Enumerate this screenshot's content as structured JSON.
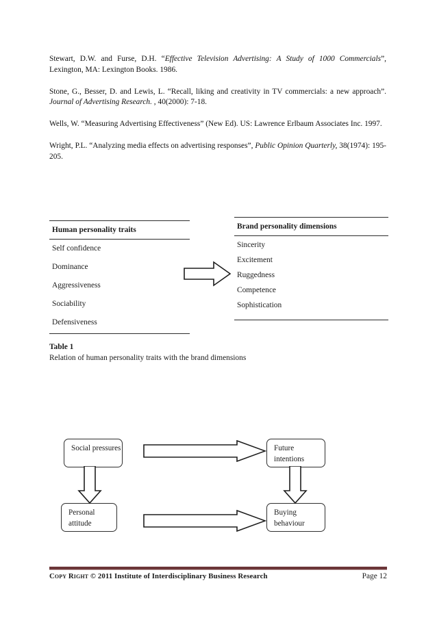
{
  "document": {
    "page_label": "Page 12"
  },
  "references": [
    {
      "id": "ref-stewart",
      "parts": [
        {
          "text": "Stewart, D.W. and Furse, D.H. “",
          "italic": false
        },
        {
          "text": "Effective Television Advertising: A Study of 1000 Commercials",
          "italic": true
        },
        {
          "text": "”, Lexington, MA: Lexington Books. 1986.",
          "italic": false
        }
      ]
    },
    {
      "id": "ref-stone",
      "parts": [
        {
          "text": "Stone, G., Besser, D.  and Lewis, L.  “Recall, liking and creativity in TV commercials: a new approach”. ",
          "italic": false
        },
        {
          "text": "Journal of Advertising Research.",
          "italic": true
        },
        {
          "text": " , 40(2000): 7-18.",
          "italic": false
        }
      ]
    },
    {
      "id": "ref-wells",
      "parts": [
        {
          "text": "Wells, W. “Measuring Advertising Effectiveness” (New Ed). US: Lawrence Erlbaum Associates Inc. 1997.",
          "italic": false
        }
      ]
    },
    {
      "id": "ref-wright",
      "parts": [
        {
          "text": "Wright, P.L. “Analyzing media effects on advertising responses”, ",
          "italic": false
        },
        {
          "text": "Public Opinion Quarterly,",
          "italic": true
        },
        {
          "text": " 38(1974): 195-205.",
          "italic": false
        }
      ]
    }
  ],
  "table": {
    "left": {
      "header": "Human personality traits",
      "items": [
        "Self confidence",
        "Dominance",
        "Aggressiveness",
        "Sociability",
        "Defensiveness"
      ]
    },
    "right": {
      "header": "Brand personality dimensions",
      "items": [
        "Sincerity",
        "Excitement",
        "Ruggedness",
        "Competence",
        "Sophistication"
      ]
    },
    "caption_title": "Table 1",
    "caption_text": "Relation of human personality traits with the brand dimensions"
  },
  "flow_diagram": {
    "boxes": [
      {
        "id": "social-pressures",
        "lines": [
          "Social pressures"
        ]
      },
      {
        "id": "future-intentions",
        "lines": [
          "Future",
          "intentions"
        ]
      },
      {
        "id": "personal-attitude",
        "lines": [
          "Personal",
          "attitude"
        ]
      },
      {
        "id": "buying-behaviour",
        "lines": [
          "Buying",
          "behaviour"
        ]
      }
    ],
    "arrows": [
      {
        "id": "social-to-future",
        "direction": "right"
      },
      {
        "id": "social-to-personal",
        "direction": "down"
      },
      {
        "id": "future-to-buying",
        "direction": "down"
      },
      {
        "id": "personal-to-buying",
        "direction": "right"
      }
    ]
  },
  "footer": {
    "copyright_prefix": "Copy Right",
    "copyright_text": " © 2011 Institute of Interdisciplinary Business Research",
    "page": "Page 12"
  },
  "colors": {
    "footer_rule": "#6b3538",
    "text": "#1a1a1a",
    "rule": "#2b2b2b"
  }
}
